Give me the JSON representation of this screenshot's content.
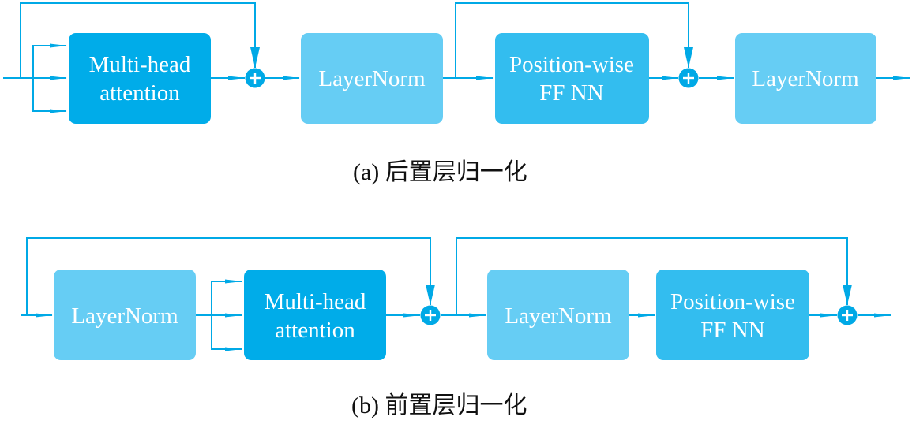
{
  "colors": {
    "attention": "#00ace9",
    "ffn": "#33bdef",
    "layernorm": "#66cdf4",
    "line": "#00a9e6",
    "plus": "#00a9e6"
  },
  "diagram_a": {
    "caption": "(a) 后置层归一化",
    "blocks": [
      {
        "id": "mha",
        "lines": [
          "Multi-head",
          "attention"
        ],
        "type": "attention"
      },
      {
        "id": "ln1",
        "lines": [
          "LayerNorm"
        ],
        "type": "layernorm"
      },
      {
        "id": "ffn",
        "lines": [
          "Position-wise",
          "FF NN"
        ],
        "type": "ffn"
      },
      {
        "id": "ln2",
        "lines": [
          "LayerNorm"
        ],
        "type": "layernorm"
      }
    ]
  },
  "diagram_b": {
    "caption": "(b) 前置层归一化",
    "blocks": [
      {
        "id": "ln1",
        "lines": [
          "LayerNorm"
        ],
        "type": "layernorm"
      },
      {
        "id": "mha",
        "lines": [
          "Multi-head",
          "attention"
        ],
        "type": "attention"
      },
      {
        "id": "ln2",
        "lines": [
          "LayerNorm"
        ],
        "type": "layernorm"
      },
      {
        "id": "ffn",
        "lines": [
          "Position-wise",
          "FF NN"
        ],
        "type": "ffn"
      }
    ]
  },
  "plus_symbol": "+"
}
